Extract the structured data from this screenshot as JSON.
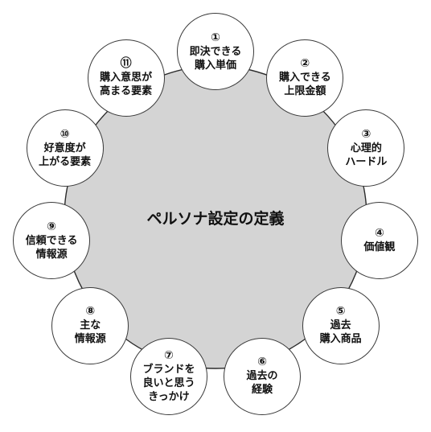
{
  "center": {
    "title": "ペルソナ設定の定義"
  },
  "colors": {
    "center_fill": "#d4d4d4",
    "ring_stroke": "#2b2b2b",
    "node_fill": "#ffffff",
    "text": "#111111"
  },
  "nodes": [
    {
      "num": "①",
      "lines": [
        "即決できる",
        "購入単価"
      ]
    },
    {
      "num": "②",
      "lines": [
        "購入できる",
        "上限金額"
      ]
    },
    {
      "num": "③",
      "lines": [
        "心理的",
        "ハードル"
      ]
    },
    {
      "num": "④",
      "lines": [
        "価値観"
      ]
    },
    {
      "num": "⑤",
      "lines": [
        "過去",
        "購入商品"
      ]
    },
    {
      "num": "⑥",
      "lines": [
        "過去の",
        "経験"
      ]
    },
    {
      "num": "⑦",
      "lines": [
        "ブランドを",
        "良いと思う",
        "きっかけ"
      ]
    },
    {
      "num": "⑧",
      "lines": [
        "主な",
        "情報源"
      ]
    },
    {
      "num": "⑨",
      "lines": [
        "信頼できる",
        "情報源"
      ]
    },
    {
      "num": "⑩",
      "lines": [
        "好意度が",
        "上がる要素"
      ]
    },
    {
      "num": "⑪",
      "lines": [
        "購入意思が",
        "高まる要素"
      ]
    }
  ]
}
